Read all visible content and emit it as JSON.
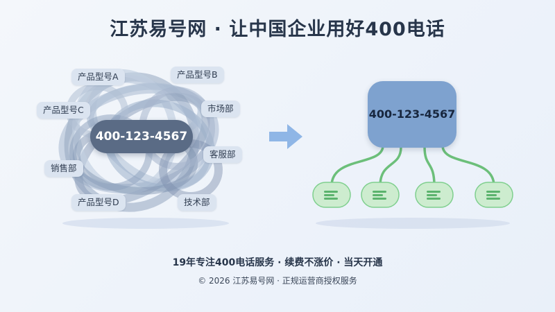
{
  "header": {
    "title": "江苏易号网 · 让中国企业用好400电话"
  },
  "left": {
    "number": "400-123-4567",
    "tags": [
      "产品型号A",
      "产品型号B",
      "产品型号C",
      "市场部",
      "销售部",
      "客服部",
      "产品型号D",
      "技术部"
    ]
  },
  "right": {
    "number": "400-123-4567",
    "branch_count": 4
  },
  "footer": {
    "line1": "19年专注400电话服务 · 续费不涨价 · 当天开通",
    "line2": "© 2026 江苏易号网 · 正规运营商授权服务"
  },
  "colors": {
    "arrow": "#8fb6e6",
    "branch_line": "#6cbf7a",
    "leaf_fill": "#cdeccf",
    "leaf_stroke": "#7fcf8e",
    "hub": "#7ea2cf",
    "tangle": "#9fb0c8"
  }
}
